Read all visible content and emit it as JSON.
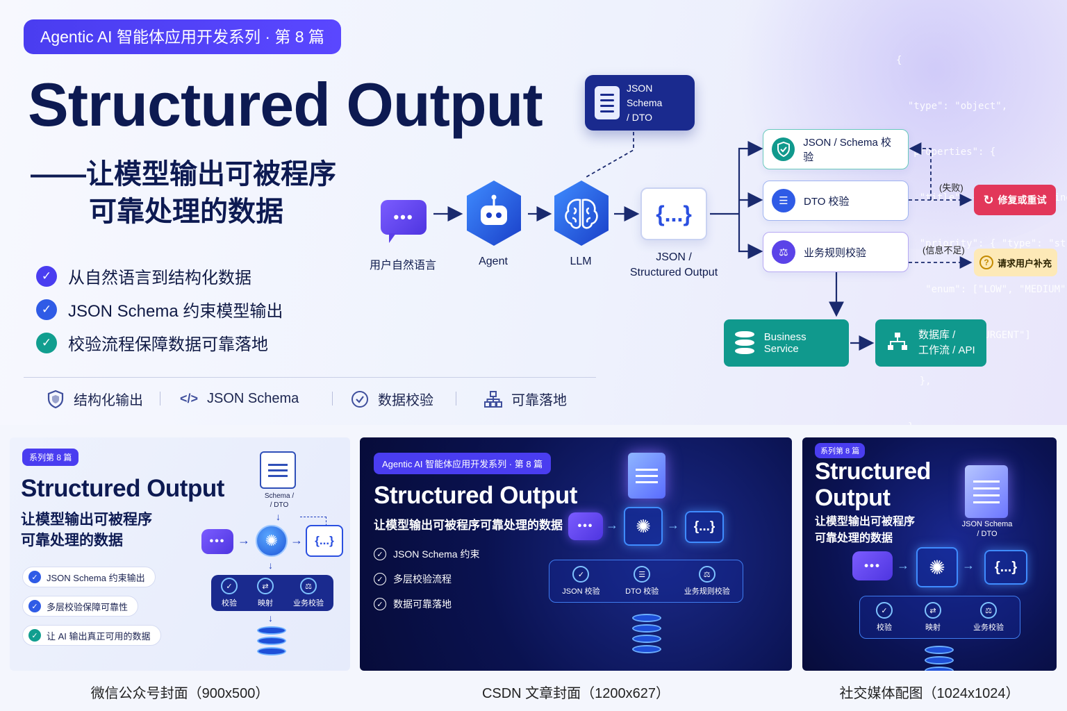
{
  "hero": {
    "series": "Agentic AI 智能体应用开发系列 · 第 8 篇",
    "title": "Structured Output",
    "subtitle_line1": "——让模型输出可被程序",
    "subtitle_line2": "可靠处理的数据",
    "code_lines": [
      "{",
      "  \"type\": \"object\",",
      "  \"properties\": {",
      "    \"title\": { \"type\": \"string\" },",
      "    \"priority\": { \"type\": \"string\",",
      "     \"enum\": [\"LOW\", \"MEDIUM\",",
      "      \"HIGH\", \"URGENT\"]",
      "    },",
      "  }"
    ],
    "checks": [
      {
        "text": "从自然语言到结构化数据",
        "color": "#4a3df0"
      },
      {
        "text": "JSON Schema 约束模型输出",
        "color": "#2f5be6"
      },
      {
        "text": "校验流程保障数据可靠落地",
        "color": "#119e8f"
      }
    ],
    "tags": [
      {
        "icon": "shield-icon",
        "text": "结构化输出"
      },
      {
        "icon": "code-icon",
        "text": "JSON Schema"
      },
      {
        "icon": "check-circle-icon",
        "text": "数据校验"
      },
      {
        "icon": "hierarchy-icon",
        "text": "可靠落地"
      }
    ]
  },
  "flow": {
    "user_label": "用户自然语言",
    "agent_label": "Agent",
    "llm_label": "LLM",
    "json_symbol": "{...}",
    "json_label_1": "JSON /",
    "json_label_2": "Structured Output",
    "schema_line1": "JSON Schema",
    "schema_line2": "/ DTO",
    "validators": [
      {
        "text": "JSON / Schema 校验",
        "icon": "shield-check-icon",
        "color": "#10998d",
        "border": "#69c9bd"
      },
      {
        "text": "DTO 校验",
        "icon": "list-icon",
        "color": "#2f5be6",
        "border": "#9fb3f0"
      },
      {
        "text": "业务规则校验",
        "icon": "scale-icon",
        "color": "#5b43e8",
        "border": "#b6a8f3"
      }
    ],
    "fail_note": "(失败)",
    "info_note": "(信息不足)",
    "fix_label": "修复或重试",
    "ask_label": "请求用户补充",
    "business_service": "Business Service",
    "target_line1": "数据库 /",
    "target_line2": "工作流 / API"
  },
  "card_wechat": {
    "pill": "系列第 8 篇",
    "title": "Structured Output",
    "sub1": "让模型输出可被程序",
    "sub2": "可靠处理的数据",
    "schema_line1": "Schema /",
    "schema_line2": "/ DTO",
    "json_symbol": "{...}",
    "chips": [
      "JSON Schema 约束输出",
      "多层校验保障可靠性",
      "让 AI 输出真正可用的数据"
    ],
    "panel": [
      "校验",
      "映射",
      "业务校验"
    ],
    "caption": "微信公众号封面（900x500）"
  },
  "card_csdn": {
    "pill": "Agentic AI 智能体应用开发系列 · 第 8 篇",
    "title": "Structured Output",
    "sub": "让模型输出可被程序可靠处理的数据",
    "json_symbol": "{...}",
    "checks": [
      "JSON Schema 约束",
      "多层校验流程",
      "数据可靠落地"
    ],
    "panel": [
      "JSON 校验",
      "DTO 校验",
      "业务规则校验"
    ],
    "caption": "CSDN 文章封面（1200x627）"
  },
  "card_social": {
    "pill": "系列第 8 篇",
    "title1": "Structured",
    "title2": "Output",
    "sub1": "让模型输出可被程序",
    "sub2": "可靠处理的数据",
    "schema_line1": "JSON Schema",
    "schema_line2": "/ DTO",
    "json_symbol": "{...}",
    "panel": [
      "校验",
      "映射",
      "业务校验"
    ],
    "caption": "社交媒体配图（1024x1024）"
  },
  "colors": {
    "primary": "#4a3df0",
    "navy": "#0d1a52",
    "blue": "#2a4fe0",
    "teal": "#10998d",
    "red": "#e2375a",
    "yellow": "#fde9b7"
  }
}
